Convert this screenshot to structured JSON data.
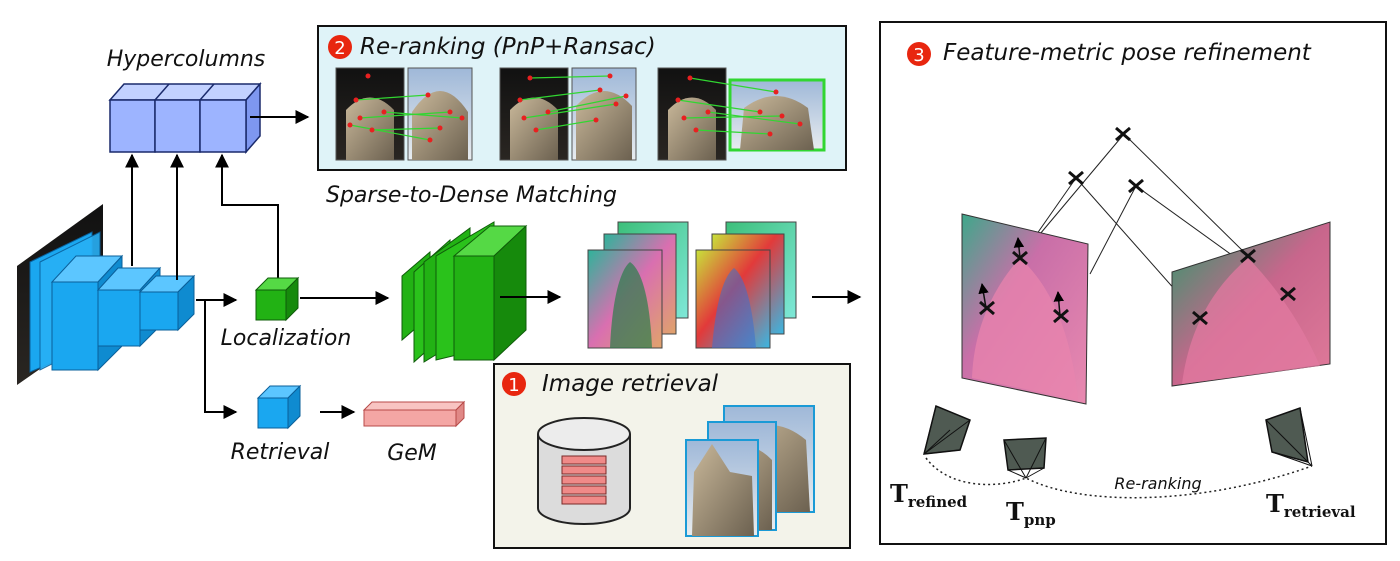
{
  "labels": {
    "hypercolumns": "Hypercolumns",
    "localization": "Localization",
    "retrieval": "Retrieval",
    "gem": "GeM",
    "sparse_to_dense": "Sparse-to-Dense Matching",
    "reranking_arc": "Re-ranking"
  },
  "panels": {
    "reranking": {
      "badge": "2",
      "title": "Re-ranking (PnP+Ransac)",
      "bg": "#dff3f8"
    },
    "image_retrieval": {
      "badge": "1",
      "title": "Image retrieval",
      "bg": "#f3f3ea"
    },
    "pose_refinement": {
      "badge": "3",
      "title": "Feature-metric pose refinement",
      "bg": "#ffffff"
    }
  },
  "poses": {
    "refined": {
      "symbol": "T",
      "sub": "refined"
    },
    "pnp": {
      "symbol": "T",
      "sub": "pnp"
    },
    "retrieval": {
      "symbol": "T",
      "sub": "retrieval"
    }
  },
  "colors": {
    "badge": "#e8260f",
    "encoder_blue": "#1aa7f0",
    "hypercolumn_blue": "#9db4ff",
    "localization_green": "#22b214",
    "gem_pink": "#f4a6a4",
    "match_line": "#31d631",
    "keypoint": "#e82020"
  }
}
